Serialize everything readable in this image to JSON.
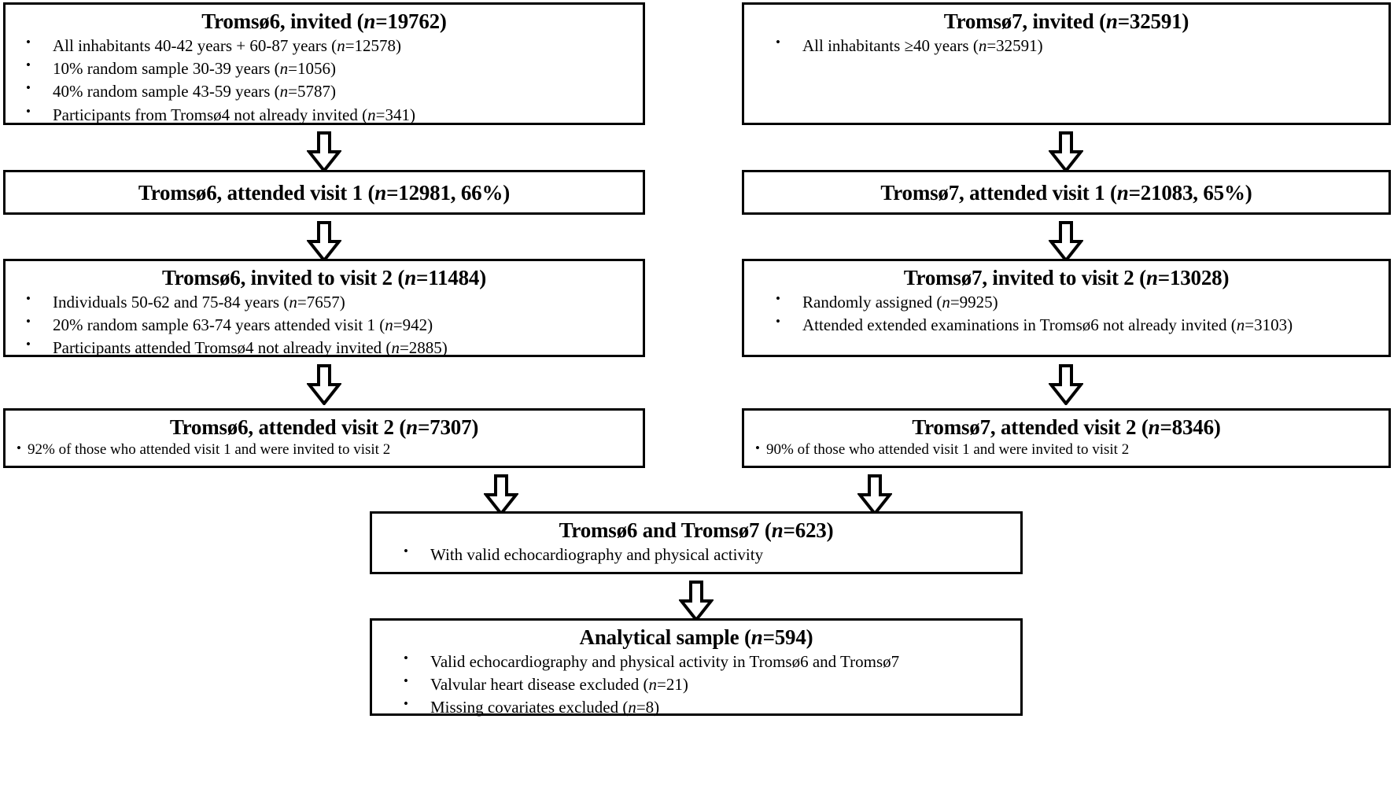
{
  "figure": {
    "type": "flowchart",
    "title": "Study participant flow diagram (Tromsø6 and Tromsø7)",
    "stroke_color": "#000000",
    "fill_color": "#ffffff",
    "arrow_glyph": "down-block-arrow"
  },
  "boxes": {
    "tromso6_invited": {
      "title": "Tromsø6, invited (n=19762)",
      "bullets": [
        "All inhabitants 40-42 years + 60-87 years (n=12578)",
        "10% random sample 30-39 years (n=1056)",
        "40% random sample 43-59 years (n=5787)",
        "Participants from Tromsø4 not already invited (n=341)"
      ]
    },
    "tromso7_invited": {
      "title": "Tromsø7, invited (n=32591)",
      "bullets": [
        "All inhabitants ≥40 years (n=32591)"
      ]
    },
    "tromso6_visit1": {
      "title": "Tromsø6, attended visit 1 (n=12981, 66%)",
      "bullets": []
    },
    "tromso7_visit1": {
      "title": "Tromsø7, attended visit 1 (n=21083, 65%)",
      "bullets": []
    },
    "tromso6_invited_visit2": {
      "title": "Tromsø6, invited to visit 2 (n=11484)",
      "bullets": [
        "Individuals 50-62 and 75-84 years (n=7657)",
        "20% random sample 63-74 years attended visit 1 (n=942)",
        "Participants attended Tromsø4 not already invited (n=2885)"
      ]
    },
    "tromso7_invited_visit2": {
      "title": "Tromsø7, invited to visit 2 (n=13028)",
      "bullets": [
        "Randomly assigned (n=9925)",
        "Attended extended examinations in Tromsø6 not already invited (n=3103)"
      ]
    },
    "tromso6_visit2": {
      "title": "Tromsø6, attended visit 2 (n=7307)",
      "bullets": [
        "92% of those who attended visit 1 and were invited to visit 2"
      ]
    },
    "tromso7_visit2": {
      "title": "Tromsø7, attended visit 2 (n=8346)",
      "bullets": [
        "90% of those who attended visit 1 and were invited to visit 2"
      ]
    },
    "combined": {
      "title": "Tromsø6 and Tromsø7 (n=623)",
      "bullets": [
        "With valid echocardiography and physical activity"
      ]
    },
    "analytical_sample": {
      "title": "Analytical sample (n=594)",
      "bullets": [
        "Valid echocardiography and physical activity in Tromsø6 and Tromsø7",
        "Valvular heart disease excluded (n=21)",
        "Missing covariates excluded (n=8)"
      ]
    }
  },
  "counts": {
    "tromso6_invited": 19762,
    "tromso6_invited_breakdown": [
      12578,
      1056,
      5787,
      341
    ],
    "tromso7_invited": 32591,
    "tromso7_invited_breakdown": [
      32591
    ],
    "tromso6_attended_visit1": 12981,
    "tromso6_attended_visit1_pct": "66%",
    "tromso7_attended_visit1": 21083,
    "tromso7_attended_visit1_pct": "65%",
    "tromso6_invited_visit2": 11484,
    "tromso6_invited_visit2_breakdown": [
      7657,
      942,
      2885
    ],
    "tromso7_invited_visit2": 13028,
    "tromso7_invited_visit2_breakdown": [
      9925,
      3103
    ],
    "tromso6_attended_visit2": 7307,
    "tromso6_attended_visit2_pct": "92%",
    "tromso7_attended_visit2": 8346,
    "tromso7_attended_visit2_pct": "90%",
    "combined": 623,
    "analytical_sample": 594,
    "excluded_valvular_heart_disease": 21,
    "excluded_missing_covariates": 8
  }
}
